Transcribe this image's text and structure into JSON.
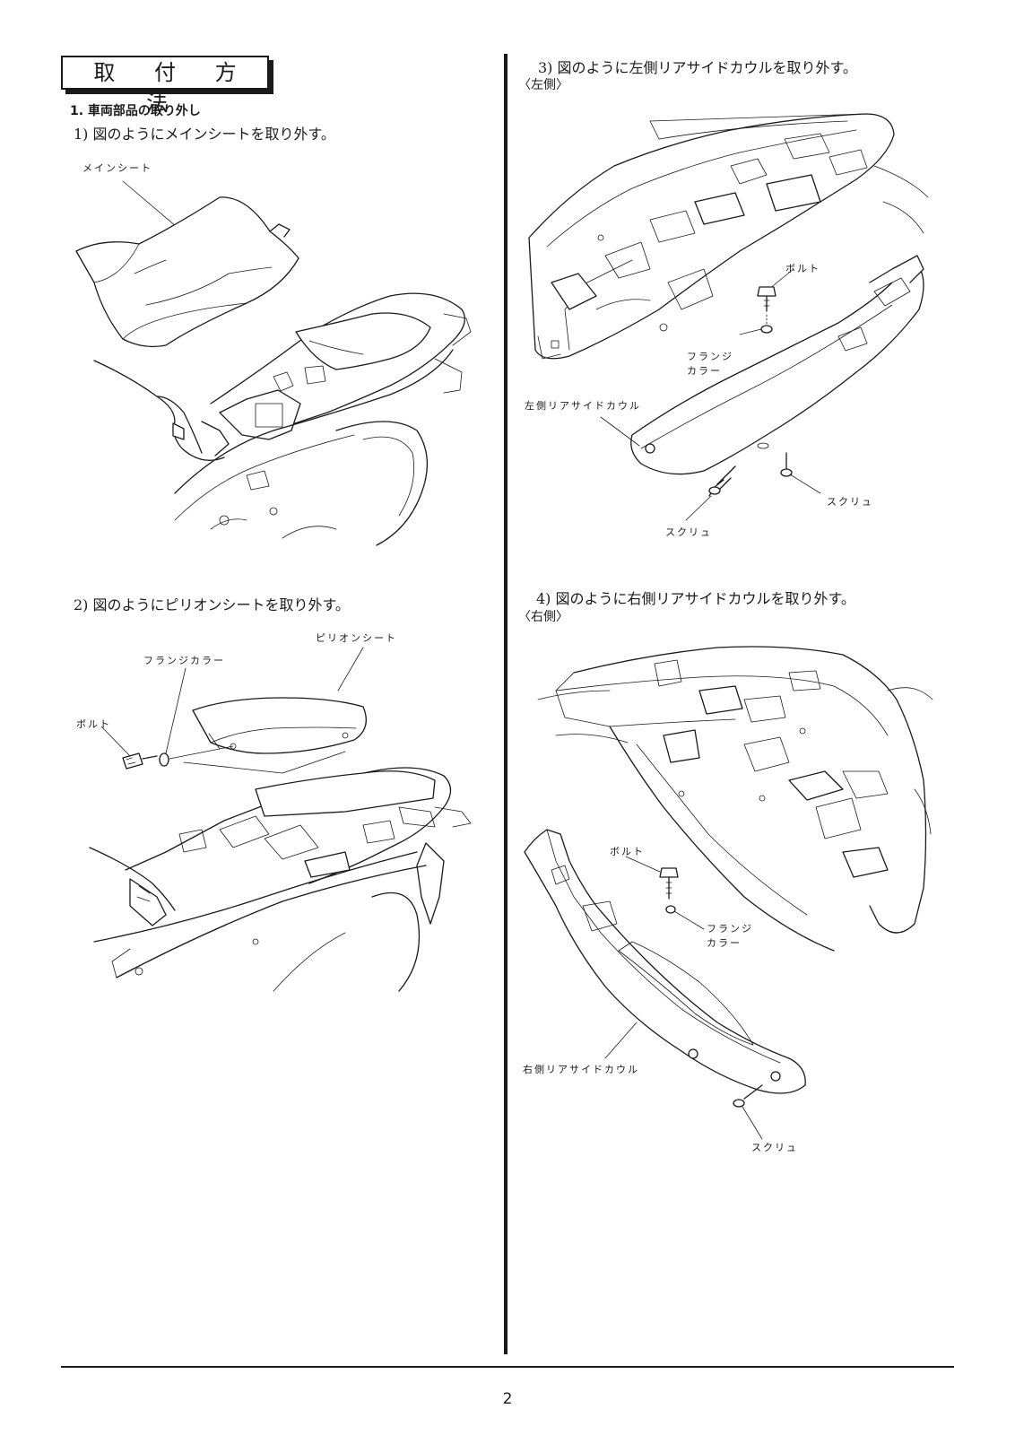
{
  "heading": "取 付 方 法",
  "section1": "1.  車両部品の取り外し",
  "steps": {
    "s1": "1) 図のようにメインシートを取り外す。",
    "s2": "2) 図のようにピリオンシートを取り外す。",
    "s3": "3) 図のように左側リアサイドカウルを取り外す。",
    "s4": "4) 図のように右側リアサイドカウルを取り外す。"
  },
  "sides": {
    "left": "〈左側〉",
    "right": "〈右側〉"
  },
  "callouts": {
    "main_seat": "メインシート",
    "pillion_seat": "ピリオンシート",
    "flange_collar_inline": "フランジカラー",
    "bolt_fig2": "ボルト",
    "bolt_fig3": "ボルト",
    "flange_fig3_l1": "フランジ",
    "flange_fig3_l2": "カラー",
    "left_cowl": "左側リアサイドカウル",
    "screw_fig3_a": "スクリュ",
    "screw_fig3_b": "スクリュ",
    "bolt_fig4": "ボルト",
    "flange_fig4_l1": "フランジ",
    "flange_fig4_l2": "カラー",
    "right_cowl": "右側リアサイドカウル",
    "screw_fig4": "スクリュ"
  },
  "page_number": "2"
}
